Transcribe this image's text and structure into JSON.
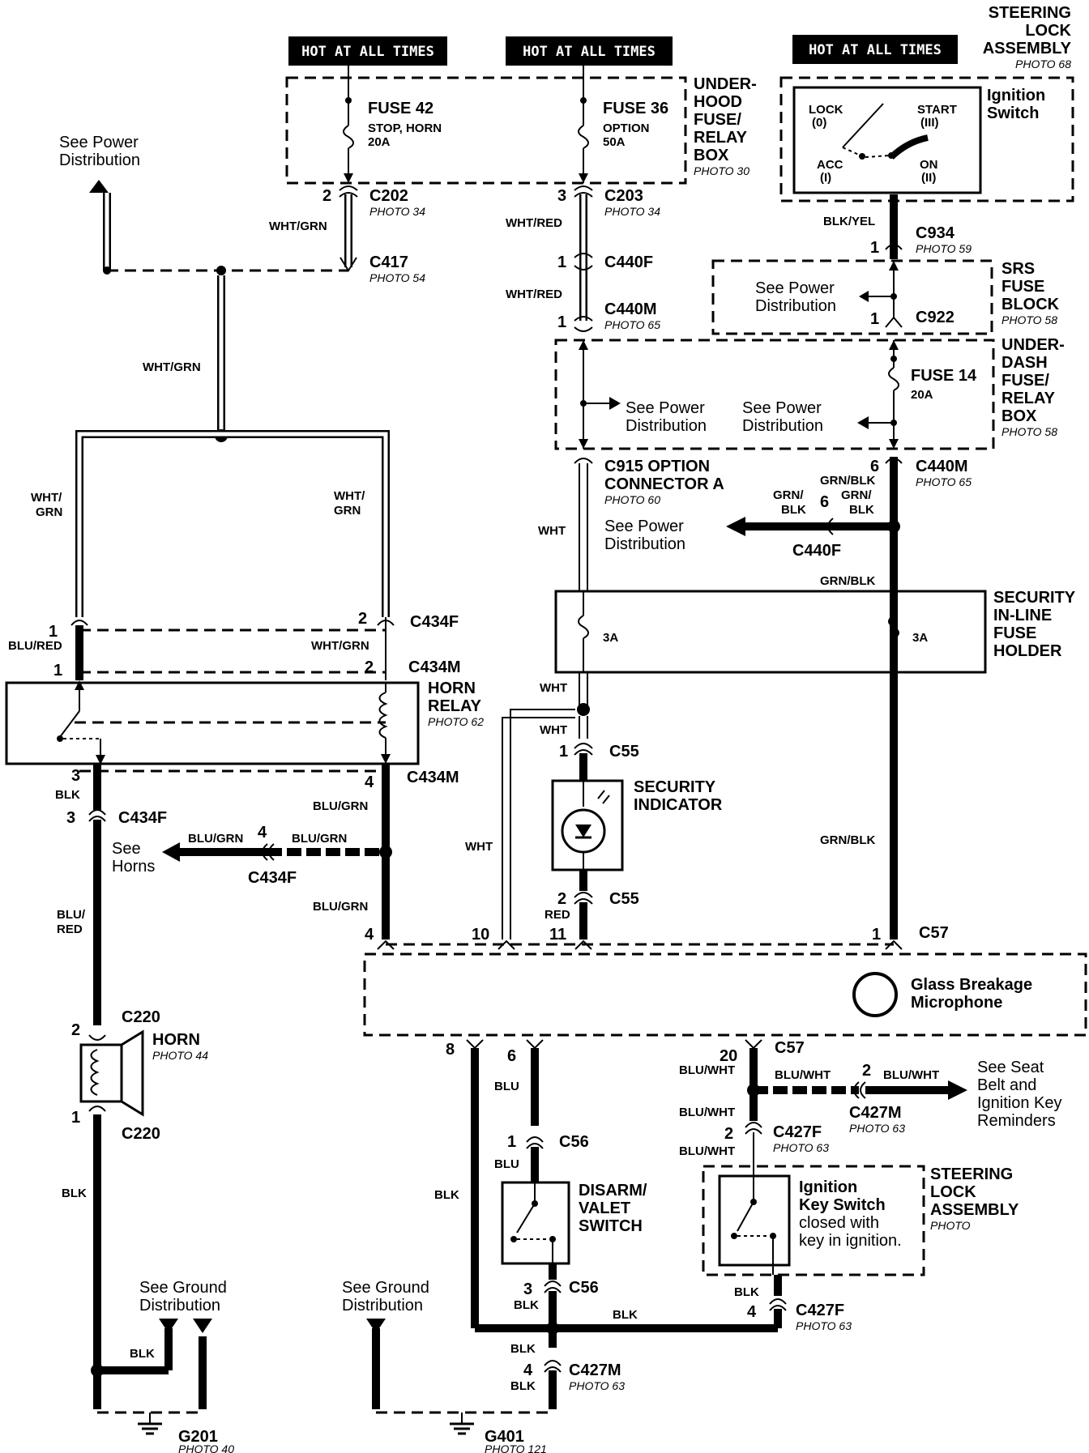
{
  "hot_labels": [
    "HOT AT ALL TIMES",
    "HOT AT ALL TIMES",
    "HOT AT ALL TIMES"
  ],
  "steering_lock_top": {
    "lines": [
      "STEERING",
      "LOCK",
      "ASSEMBLY"
    ],
    "photo": "PHOTO 68"
  },
  "ignition_switch": {
    "title": [
      "Ignition",
      "Switch"
    ],
    "lock": "LOCK",
    "lock_n": "(0)",
    "start": "START",
    "start_n": "(III)",
    "acc": "ACC",
    "acc_n": "(I)",
    "on": "ON",
    "on_n": "(II)"
  },
  "underhood_box": {
    "lines": [
      "UNDER-",
      "HOOD",
      "FUSE/",
      "RELAY",
      "BOX"
    ],
    "photo": "PHOTO 30"
  },
  "fuse42": {
    "name": "FUSE 42",
    "desc": "STOP, HORN",
    "rating": "20A"
  },
  "fuse36": {
    "name": "FUSE 36",
    "desc": "OPTION",
    "rating": "50A"
  },
  "see_power_left": [
    "See Power",
    "Distribution"
  ],
  "c202": {
    "pin": "2",
    "name": "C202",
    "photo": "PHOTO 34"
  },
  "c203": {
    "pin": "3",
    "name": "C203",
    "photo": "PHOTO 34"
  },
  "c417": {
    "name": "C417",
    "photo": "PHOTO 54"
  },
  "c440f_top": {
    "pin": "1",
    "name": "C440F"
  },
  "c440m_top": {
    "pin": "1",
    "name": "C440M",
    "photo": "PHOTO 65"
  },
  "c934": {
    "pin": "1",
    "name": "C934",
    "photo": "PHOTO 59"
  },
  "c922": {
    "pin": "1",
    "name": "C922"
  },
  "srs_block": {
    "lines": [
      "SRS",
      "FUSE",
      "BLOCK"
    ],
    "photo": "PHOTO 58"
  },
  "srs_see_power": [
    "See Power",
    "Distribution"
  ],
  "underdash_box": {
    "lines": [
      "UNDER-",
      "DASH",
      "FUSE/",
      "RELAY",
      "BOX"
    ],
    "photo": "PHOTO 58"
  },
  "fuse14": {
    "name": "FUSE 14",
    "rating": "20A"
  },
  "underdash_see_power_1": [
    "See Power",
    "Distribution"
  ],
  "underdash_see_power_2": [
    "See Power",
    "Distribution"
  ],
  "c915": {
    "lines": [
      "C915 OPTION",
      "CONNECTOR A"
    ],
    "photo": "PHOTO 60"
  },
  "c440m_mid": {
    "pin": "6",
    "name": "C440M",
    "photo": "PHOTO 65"
  },
  "c440f_mid": {
    "pin": "6",
    "name": "C440F"
  },
  "see_power_mid": [
    "See Power",
    "Distribution"
  ],
  "security_fuse_holder": {
    "lines": [
      "SECURITY",
      "IN-LINE",
      "FUSE",
      "HOLDER"
    ],
    "left": "3A",
    "right": "3A"
  },
  "horn_relay": {
    "lines": [
      "HORN",
      "RELAY"
    ],
    "photo": "PHOTO 62"
  },
  "c434f_top": {
    "pin1": "1",
    "pin2": "2",
    "name": "C434F"
  },
  "c434m_top": {
    "pin1": "1",
    "pin2": "2",
    "name": "C434M"
  },
  "c434m_bot": {
    "pin3": "3",
    "pin4": "4",
    "name": "C434M"
  },
  "c434f_left": {
    "pin": "3",
    "name": "C434F"
  },
  "c434f_horns": {
    "pin": "4",
    "name": "C434F"
  },
  "see_horns": [
    "See",
    "Horns"
  ],
  "c55_top": {
    "pin": "1",
    "name": "C55"
  },
  "c55_bot": {
    "pin": "2",
    "name": "C55"
  },
  "security_indicator": [
    "SECURITY",
    "INDICATOR"
  ],
  "c57_top": {
    "pins": [
      "4",
      "10",
      "11",
      "1"
    ],
    "name": "C57"
  },
  "glass_breakage": [
    "Glass Breakage",
    "Microphone"
  ],
  "c57_bot": {
    "pins": [
      "8",
      "6",
      "20"
    ],
    "name": "C57"
  },
  "horn": {
    "name": "HORN",
    "photo": "PHOTO 44"
  },
  "c220_top": {
    "pin": "2",
    "name": "C220"
  },
  "c220_bot": {
    "pin": "1",
    "name": "C220"
  },
  "see_seat_belt": [
    "See Seat",
    "Belt and",
    "Ignition Key",
    "Reminders"
  ],
  "c427m_top": {
    "pin": "2",
    "name": "C427M",
    "photo": "PHOTO 63"
  },
  "c427f_top": {
    "pin": "2",
    "name": "C427F",
    "photo": "PHOTO 63"
  },
  "c56_top": {
    "pin": "1",
    "name": "C56"
  },
  "c56_bot": {
    "pin": "3",
    "name": "C56"
  },
  "disarm_switch": [
    "DISARM/",
    "VALET",
    "SWITCH"
  ],
  "steering_lock_bot": {
    "lines": [
      "STEERING",
      "LOCK",
      "ASSEMBLY"
    ],
    "photo": "PHOTO"
  },
  "ignition_key_switch": [
    "Ignition",
    "Key Switch",
    "closed with",
    "key in ignition."
  ],
  "c427f_bot": {
    "pin": "4",
    "name": "C427F",
    "photo": "PHOTO 63"
  },
  "c427m_bot": {
    "pin": "4",
    "name": "C427M",
    "photo": "PHOTO 63"
  },
  "see_ground_1": [
    "See Ground",
    "Distribution"
  ],
  "see_ground_2": [
    "See Ground",
    "Distribution"
  ],
  "g201": {
    "name": "G201",
    "photo": "PHOTO 40"
  },
  "g401": {
    "name": "G401",
    "photo": "PHOTO 121"
  },
  "wire_colors": {
    "wht_grn_1": "WHT/GRN",
    "wht_grn_2": "WHT/GRN",
    "wht_grn_3": "WHT/",
    "wht_grn_3b": "GRN",
    "wht_grn_4": "WHT/",
    "wht_grn_4b": "GRN",
    "wht_grn_5": "WHT/GRN",
    "wht_red_1": "WHT/RED",
    "wht_red_2": "WHT/RED",
    "blk_yel": "BLK/YEL",
    "blu_red_1": "BLU/RED",
    "blk_1": "BLK",
    "blu_red_2a": "BLU/",
    "blu_red_2b": "RED",
    "blu_grn_1": "BLU/GRN",
    "blu_grn_2": "BLU/GRN",
    "blu_grn_3": "BLU/GRN",
    "blu_grn_4": "BLU/GRN",
    "wht_1": "WHT",
    "wht_2": "WHT",
    "wht_3": "WHT",
    "wht_4": "WHT",
    "red": "RED",
    "grn_blk_1": "GRN/BLK",
    "grn_blk_2a": "GRN/",
    "grn_blk_2b": "BLK",
    "grn_blk_3a": "GRN/",
    "grn_blk_3b": "BLK",
    "grn_blk_4": "GRN/BLK",
    "grn_blk_5": "GRN/BLK",
    "blu_1": "BLU",
    "blu_2": "BLU",
    "blk_2": "BLK",
    "blk_3": "BLK",
    "blk_4": "BLK",
    "blk_5": "BLK",
    "blk_6": "BLK",
    "blk_7": "BLK",
    "blk_8": "BLK",
    "blk_9": "BLK",
    "blu_wht_1": "BLU/WHT",
    "blu_wht_2": "BLU/WHT",
    "blu_wht_3": "BLU/WHT",
    "blu_wht_4": "BLU/WHT",
    "blu_wht_5": "BLU/WHT"
  }
}
